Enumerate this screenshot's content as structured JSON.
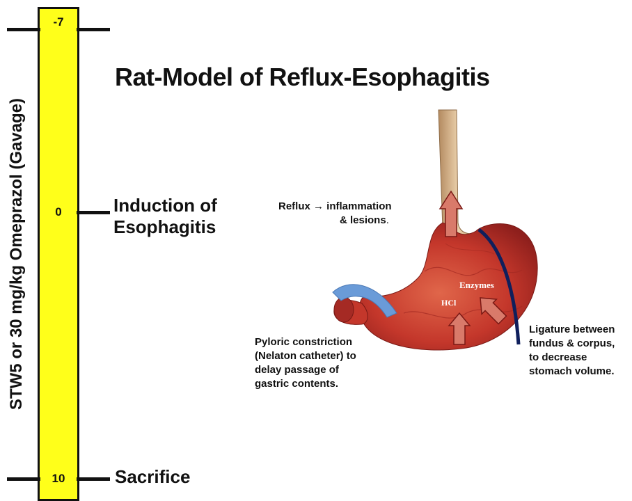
{
  "title": "Rat-Model of Reflux-Esophagitis",
  "timeline": {
    "axis_label": "STW5 or 30 mg/kg Omeprazol (Gavage)",
    "ticks": [
      {
        "label": "-7"
      },
      {
        "label": "0",
        "event": "Induction of Esophagitis",
        "event_lines": [
          "Induction of",
          "Esophagitis"
        ]
      },
      {
        "label": "10",
        "event": "Sacrifice"
      }
    ],
    "bar_color": "#ffff1a"
  },
  "annotations": {
    "reflux": {
      "line1": "Reflux → inflammation",
      "line2_main": "& lesions",
      "line2_suffix": "."
    },
    "pyloric": [
      "Pyloric constriction",
      "(Nelaton catheter) to",
      "delay passage of",
      "gastric contents."
    ],
    "ligature": [
      "Ligature between",
      "fundus & corpus,",
      "to decrease",
      "stomach volume."
    ],
    "enzymes": "Enzymes",
    "hcl": "HCl"
  },
  "colors": {
    "stomach": "#c0302a",
    "esophagus": "#d9b48a",
    "ligature": "#0f1f5c",
    "pyloric_catheter": "#6a9bd8",
    "arrow_fill": "#d97a6a"
  }
}
